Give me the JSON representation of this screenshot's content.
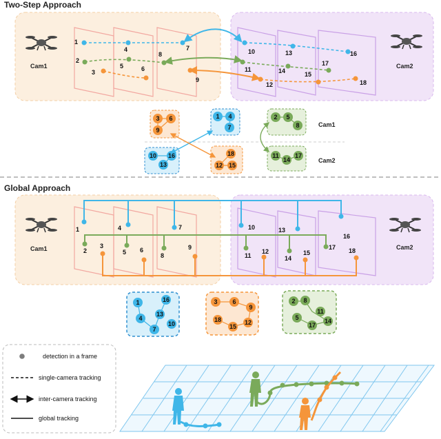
{
  "sections": {
    "two_step_title": "Two-Step Approach",
    "global_title": "Global Approach"
  },
  "cameras": {
    "cam1": "Cam1",
    "cam2": "Cam2"
  },
  "two_step": {
    "numbers": [
      "1",
      "2",
      "3",
      "4",
      "5",
      "6",
      "7",
      "8",
      "9",
      "10",
      "11",
      "12",
      "13",
      "14",
      "15",
      "16",
      "17",
      "18"
    ],
    "clusters": {
      "orange_cam1": [
        "3",
        "6",
        "9"
      ],
      "blue_cam1": [
        "1",
        "4",
        "7"
      ],
      "green_cam1": [
        "2",
        "5",
        "8"
      ],
      "blue_cam2": [
        "10",
        "16",
        "13"
      ],
      "orange_cam2": [
        "18",
        "12",
        "15"
      ],
      "green_cam2": [
        "11",
        "14",
        "17"
      ]
    },
    "cluster_cam1_label": "Cam1",
    "cluster_cam2_label": "Cam2"
  },
  "global": {
    "numbers": [
      "1",
      "2",
      "3",
      "4",
      "5",
      "6",
      "7",
      "8",
      "9",
      "10",
      "11",
      "12",
      "13",
      "14",
      "15",
      "16",
      "17",
      "18"
    ],
    "clusters": {
      "blue": [
        "1",
        "16",
        "4",
        "13",
        "7",
        "10"
      ],
      "orange": [
        "3",
        "6",
        "9",
        "18",
        "15",
        "12"
      ],
      "green": [
        "2",
        "8",
        "11",
        "5",
        "17",
        "14"
      ]
    }
  },
  "legend": {
    "detection": "detection in a frame",
    "single": "single-camera tracking",
    "inter": "inter-camera tracking",
    "global": "global tracking"
  },
  "colors": {
    "blue": "#3fb6e8",
    "green": "#7aaa5a",
    "orange": "#f5953a",
    "cam1_bg": "#fcefdf",
    "cam2_bg": "#f1e4f8",
    "frame1": "#f2a7a0",
    "frame2": "#c9a0e6",
    "grid": "#7ec6ee"
  }
}
